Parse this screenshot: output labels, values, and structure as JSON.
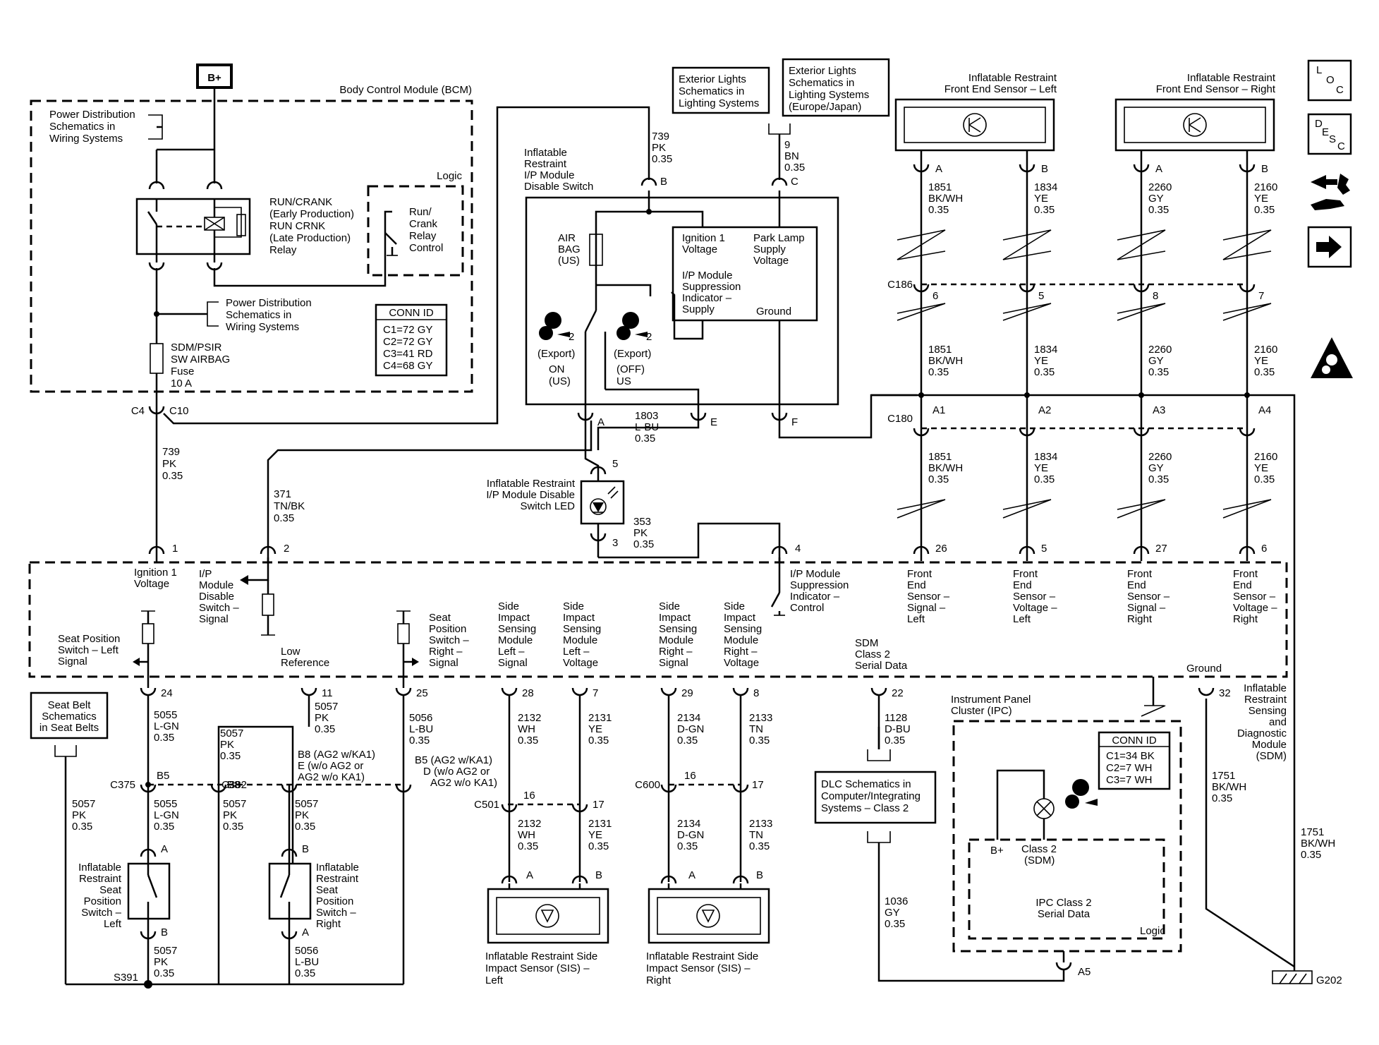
{
  "battery_label": "B+",
  "bcm": {
    "title": "Body Control Module (BCM)",
    "power_dist_top": [
      "Power Distribution",
      "Schematics in",
      "Wiring Systems"
    ],
    "power_dist_mid": [
      "Power Distribution",
      "Schematics in",
      "Wiring Systems"
    ],
    "relay_label": [
      "RUN/CRANK",
      "(Early Production)",
      "RUN CRNK",
      "(Late Production)",
      "Relay"
    ],
    "logic_label": "Logic",
    "relay_control": [
      "Run/",
      "Crank",
      "Relay",
      "Control"
    ],
    "fuse_label": [
      "SDM/PSIR",
      "SW AIRBAG",
      "Fuse",
      "10 A"
    ],
    "conn_id_title": "CONN ID",
    "conn_id": [
      "C1=72 GY",
      "C2=72 GY",
      "C3=41 RD",
      "C4=68 GY"
    ],
    "conn_left": "C4",
    "conn_right": "C10"
  },
  "wires": {
    "w739_bcm": [
      "739",
      "PK",
      "0.35"
    ],
    "w371": [
      "371",
      "TN/BK",
      "0.35"
    ],
    "w739_top": [
      "739",
      "PK",
      "0.35"
    ],
    "w9": [
      "9",
      "BN",
      "0.35"
    ],
    "w1803": [
      "1803",
      "L-BU",
      "0.35"
    ],
    "w353": [
      "353",
      "PK",
      "0.35"
    ]
  },
  "ext_lights_1": [
    "Exterior Lights",
    "Schematics in",
    "Lighting Systems"
  ],
  "ext_lights_2": [
    "Exterior Lights",
    "Schematics in",
    "Lighting Systems",
    "(Europe/Japan)"
  ],
  "disable_switch": {
    "title": [
      "Inflatable",
      "Restraint",
      "I/P Module",
      "Disable Switch"
    ],
    "air_bag": [
      "AIR",
      "BAG",
      "(US)"
    ],
    "ign1": [
      "Ignition 1",
      "Voltage"
    ],
    "park": [
      "Park Lamp",
      "Supply",
      "Voltage"
    ],
    "suppression": [
      "I/P Module",
      "Suppression",
      "Indicator –",
      "Supply"
    ],
    "ground": "Ground",
    "on_label": [
      "(Export)",
      "ON",
      "(US)"
    ],
    "off_label": [
      "(Export)",
      "(OFF)",
      "US"
    ],
    "num2a": "2",
    "num2b": "2",
    "pin_b": "B",
    "pin_c": "C",
    "pin_a": "A",
    "pin_e": "E",
    "pin_f": "F"
  },
  "led": {
    "label": [
      "Inflatable Restraint",
      "I/P Module Disable",
      "Switch LED"
    ],
    "pin5": "5",
    "pin3": "3"
  },
  "front_sensors": [
    {
      "title": [
        "Inflatable Restraint",
        "Front End Sensor – Left"
      ]
    },
    {
      "title": [
        "Inflatable Restraint",
        "Front End Sensor – Right"
      ]
    }
  ],
  "front_columns": [
    {
      "pin_top": "A",
      "wire": [
        "1851",
        "BK/WH",
        "0.35"
      ],
      "c186": "6",
      "c180": "A1",
      "sdm_pin": "26",
      "sdm_label": [
        "Front",
        "End",
        "Sensor –",
        "Signal –",
        "Left"
      ]
    },
    {
      "pin_top": "B",
      "wire": [
        "1834",
        "YE",
        "0.35"
      ],
      "c186": "5",
      "c180": "A2",
      "sdm_pin": "5",
      "sdm_label": [
        "Front",
        "End",
        "Sensor –",
        "Voltage –",
        "Left"
      ]
    },
    {
      "pin_top": "A",
      "wire": [
        "2260",
        "GY",
        "0.35"
      ],
      "c186": "8",
      "c180": "A3",
      "sdm_pin": "27",
      "sdm_label": [
        "Front",
        "End",
        "Sensor –",
        "Signal –",
        "Right"
      ]
    },
    {
      "pin_top": "B",
      "wire": [
        "2160",
        "YE",
        "0.35"
      ],
      "c186": "7",
      "c180": "A4",
      "sdm_pin": "6",
      "sdm_label": [
        "Front",
        "End",
        "Sensor –",
        "Voltage –",
        "Right"
      ]
    }
  ],
  "connectors": {
    "c186": "C186",
    "c180": "C180",
    "c375": "C375",
    "c382": "C382",
    "c501": "C501",
    "c600": "C600",
    "s391": "S391",
    "g202": "G202"
  },
  "side_icons": {
    "loc": [
      "L",
      "O",
      "C"
    ],
    "desc": [
      "D",
      "E",
      "S",
      "C"
    ]
  },
  "sdm": {
    "pin1": "1",
    "pin2": "2",
    "pin4": "4",
    "ign1": [
      "Ignition 1",
      "Voltage"
    ],
    "ip_disable": [
      "I/P",
      "Module",
      "Disable",
      "Switch –",
      "Signal"
    ],
    "ip_suppression": [
      "I/P Module",
      "Suppression",
      "Indicator –",
      "Control"
    ],
    "seat_left": [
      "Seat Position",
      "Switch – Left",
      "Signal"
    ],
    "low_ref": [
      "Low",
      "Reference"
    ],
    "seat_right": [
      "Seat",
      "Position",
      "Switch –",
      "Right –",
      "Signal"
    ],
    "sis_ls": [
      "Side",
      "Impact",
      "Sensing",
      "Module",
      "Left –",
      "Signal"
    ],
    "sis_lv": [
      "Side",
      "Impact",
      "Sensing",
      "Module",
      "Left –",
      "Voltage"
    ],
    "sis_rs": [
      "Side",
      "Impact",
      "Sensing",
      "Module",
      "Right –",
      "Signal"
    ],
    "sis_rv": [
      "Side",
      "Impact",
      "Sensing",
      "Module",
      "Right –",
      "Voltage"
    ],
    "serial": [
      "SDM",
      "Class 2",
      "Serial Data"
    ],
    "ground": "Ground",
    "module": [
      "Inflatable",
      "Restraint",
      "Sensing",
      "and",
      "Diagnostic",
      "Module",
      "(SDM)"
    ],
    "pins_bottom": [
      "24",
      "11",
      "25",
      "28",
      "7",
      "29",
      "8",
      "22",
      "32"
    ]
  },
  "lower_wires": {
    "w5055a": [
      "5055",
      "L-GN",
      "0.35"
    ],
    "w5057a": [
      "5057",
      "PK",
      "0.35"
    ],
    "w5056a": [
      "5056",
      "L-BU",
      "0.35"
    ],
    "w2132a": [
      "2132",
      "WH",
      "0.35"
    ],
    "w2131a": [
      "2131",
      "YE",
      "0.35"
    ],
    "w2134a": [
      "2134",
      "D-GN",
      "0.35"
    ],
    "w2133a": [
      "2133",
      "TN",
      "0.35"
    ],
    "w1128": [
      "1128",
      "D-BU",
      "0.35"
    ],
    "w5057b": [
      "5057",
      "PK",
      "0.35"
    ],
    "w5057c": [
      "5057",
      "PK",
      "0.35"
    ],
    "w5055b": [
      "5055",
      "L-GN",
      "0.35"
    ],
    "w5057d": [
      "5057",
      "PK",
      "0.35"
    ],
    "w5057e": [
      "5057",
      "PK",
      "0.35"
    ],
    "w2132b": [
      "2132",
      "WH",
      "0.35"
    ],
    "w2131b": [
      "2131",
      "YE",
      "0.35"
    ],
    "w2134b": [
      "2134",
      "D-GN",
      "0.35"
    ],
    "w2133b": [
      "2133",
      "TN",
      "0.35"
    ],
    "w5057f": [
      "5057",
      "PK",
      "0.35"
    ],
    "w5056b": [
      "5056",
      "L-BU",
      "0.35"
    ],
    "w1036": [
      "1036",
      "GY",
      "0.35"
    ],
    "w1751a": [
      "1751",
      "BK/WH",
      "0.35"
    ],
    "w1751b": [
      "1751",
      "BK/WH",
      "0.35"
    ]
  },
  "c375_pins": {
    "b5": "B5",
    "b8": "B8"
  },
  "c382_note_b8": [
    "B8 (AG2 w/KA1)",
    "E (w/o AG2 or",
    "AG2 w/o KA1)"
  ],
  "c382_note_b5": [
    "B5 (AG2 w/KA1)",
    "D (w/o AG2 or",
    "AG2 w/o KA1)"
  ],
  "c501_pins": [
    "16",
    "17"
  ],
  "c600_pins": [
    "16",
    "17"
  ],
  "seat_belt": [
    "Seat Belt",
    "Schematics",
    "in Seat Belts"
  ],
  "seat_switch_left": {
    "label": [
      "Inflatable",
      "Restraint",
      "Seat",
      "Position",
      "Switch –",
      "Left"
    ],
    "pin_a": "A",
    "pin_b": "B"
  },
  "seat_switch_right": {
    "label": [
      "Inflatable",
      "Restraint",
      "Seat",
      "Position",
      "Switch –",
      "Right"
    ],
    "pin_a": "A",
    "pin_b": "B"
  },
  "sis_left": {
    "label": [
      "Inflatable Restraint Side",
      "Impact Sensor (SIS) –",
      "Left"
    ],
    "pin_a": "A",
    "pin_b": "B"
  },
  "sis_right": {
    "label": [
      "Inflatable Restraint Side",
      "Impact Sensor (SIS) –",
      "Right"
    ],
    "pin_a": "A",
    "pin_b": "B"
  },
  "dlc": [
    "DLC Schematics in",
    "Computer/Integrating",
    "Systems – Class 2"
  ],
  "ipc": {
    "title": [
      "Instrument Panel",
      "Cluster (IPC)"
    ],
    "conn_id_title": "CONN ID",
    "conn_id": [
      "C1=34 BK",
      "C2=7 WH",
      "C3=7 WH"
    ],
    "bplus": "B+",
    "class2": [
      "Class 2",
      "(SDM)"
    ],
    "serial": [
      "IPC Class 2",
      "Serial Data"
    ],
    "logic": "Logic",
    "pin_a5": "A5"
  }
}
